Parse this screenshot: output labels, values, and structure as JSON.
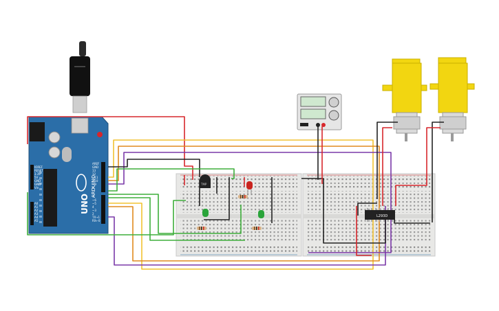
{
  "arduino": {
    "logo_text": "UNO",
    "brand_text": "ARDUINO",
    "analog_pins": [
      "A0",
      "A1",
      "A2",
      "A3",
      "A4",
      "A5"
    ],
    "power_pins": [
      "IOREF",
      "RESET",
      "3.3V",
      "5V",
      "GND",
      "GND",
      "Vin"
    ],
    "digital_pins": [
      "AREF",
      "GND",
      "13",
      "12",
      "~11",
      "~10",
      "~9",
      "8",
      "7",
      "~6",
      "~5",
      "4",
      "~3",
      "2",
      "TX→1",
      "RX←0"
    ]
  },
  "ic": {
    "label": "L293D"
  },
  "transistor": {
    "label": "TMP"
  },
  "colors": {
    "board": "#2b6ea8",
    "breadboard": "#e8e8e6",
    "wire_red": "#d7262b",
    "wire_black": "#222222",
    "wire_green": "#3dae3a",
    "wire_yellow": "#f2c230",
    "wire_orange": "#e08a1e",
    "wire_purple": "#7a38a8",
    "motor_yellow": "#f2d611",
    "led_red": "#c9241e",
    "led_green": "#2aa43a"
  },
  "icons": [
    "usb-cable-icon",
    "power-supply-icon",
    "dc-motor-icon",
    "led-icon",
    "resistor-icon",
    "transistor-icon",
    "ic-chip-icon"
  ]
}
